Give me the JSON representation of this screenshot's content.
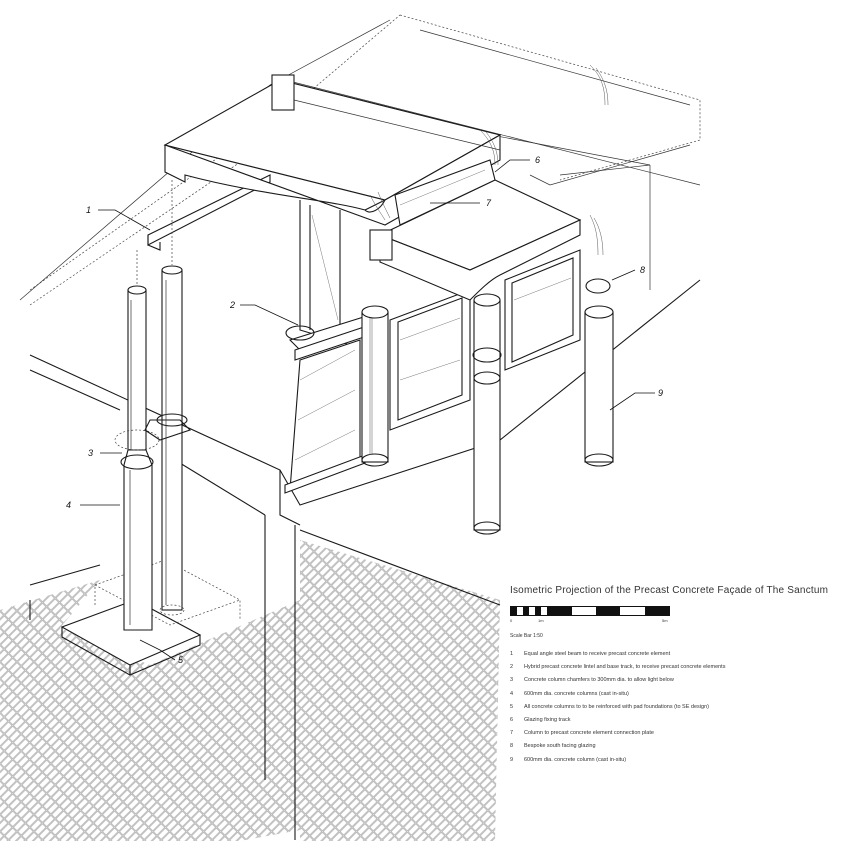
{
  "callouts": [
    {
      "num": "1"
    },
    {
      "num": "2"
    },
    {
      "num": "3"
    },
    {
      "num": "4"
    },
    {
      "num": "5"
    },
    {
      "num": "6"
    },
    {
      "num": "7"
    },
    {
      "num": "8"
    },
    {
      "num": "9"
    }
  ],
  "legend": {
    "title": "Isometric Projection of the Precast Concrete Façade of The Sanctum",
    "scale_ticks": [
      "0",
      "1m",
      "5m"
    ],
    "scale_label": "Scale  Bar  1:50",
    "notes": [
      {
        "num": "1",
        "text": "Equal angle steel beam to receive precast concrete element"
      },
      {
        "num": "2",
        "text": "Hybrid precast concrete lintel and base track, to receive precast concrete elements"
      },
      {
        "num": "3",
        "text": "Concrete column chamfers to 300mm dia. to allow light below"
      },
      {
        "num": "4",
        "text": "600mm dia. concrete columns (cast in-situ)"
      },
      {
        "num": "5",
        "text": "All concrete columns to to be reinforced with pad foundations (to SE design)"
      },
      {
        "num": "6",
        "text": "Glazing fixing track"
      },
      {
        "num": "7",
        "text": "Column to precast concrete element connection plate"
      },
      {
        "num": "8",
        "text": "Bespoke south facing glazing"
      },
      {
        "num": "9",
        "text": "600mm dia. concrete column (cast in-situ)"
      }
    ]
  },
  "colors": {
    "line": "#1a1a1a",
    "background": "#ffffff"
  }
}
